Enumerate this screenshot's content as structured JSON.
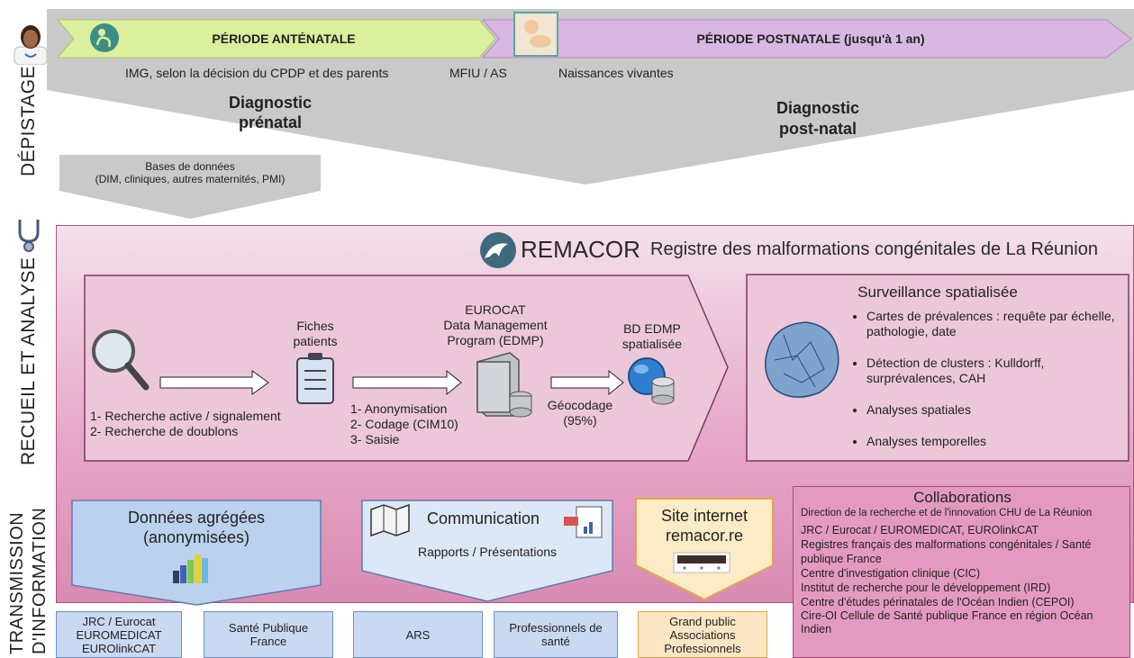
{
  "depistage": {
    "side_label": "DÉPISTAGE",
    "antenatal_header": "PÉRIODE ANTÉNATALE",
    "postnatal_header": "PÉRIODE POSTNATALE (jusqu'à 1 an)",
    "img_text": "IMG, selon la décision du CPDP et des parents",
    "mfiu_text": "MFIU / AS",
    "naissances_text": "Naissances vivantes",
    "diag_prenatal_1": "Diagnostic",
    "diag_prenatal_2": "prénatal",
    "diag_postnatal_1": "Diagnostic",
    "diag_postnatal_2": "post-natal",
    "bases_1": "Bases de données",
    "bases_2": "(DIM, cliniques, autres maternités, PMI)"
  },
  "recueil": {
    "side_label": "RECUEIL ET ANALYSE",
    "remacor_name": "REMACOR",
    "remacor_subtitle": "Registre des malformations congénitales de La Réunion",
    "step1_1": "1- Recherche active / signalement",
    "step1_2": "2- Recherche de doublons",
    "fiches_1": "Fiches",
    "fiches_2": "patients",
    "anon_1": "1- Anonymisation",
    "anon_2": "2- Codage (CIM10)",
    "anon_3": "3- Saisie",
    "eurocat_1": "EUROCAT",
    "eurocat_2": "Data Management",
    "eurocat_3": "Program (EDMP)",
    "geocodage_1": "Géocodage",
    "geocodage_2": "(95%)",
    "bd_1": "BD EDMP",
    "bd_2": "spatialisée",
    "surveillance_title": "Surveillance spatialisée",
    "surveillance_items": [
      "Cartes de prévalences : requête par échelle, pathologie, date",
      "Détection de clusters : Kulldorff, surprévalences, CAH",
      "Analyses spatiales",
      "Analyses temporelles"
    ]
  },
  "transmission": {
    "side_label_1": "TRANSMISSION",
    "side_label_2": "D'INFORMATION",
    "donnees_1": "Données agrégées",
    "donnees_2": "(anonymisées)",
    "communication_title": "Communication",
    "communication_sub": "Rapports / Présentations",
    "site_1": "Site internet",
    "site_2": "remacor.re",
    "collab_title": "Collaborations",
    "collab_items": [
      "Direction de la recherche et de l'innovation CHU de La Réunion",
      "JRC / Eurocat / EUROMEDICAT, EUROlinkCAT",
      "Registres français des malformations congénitales / Santé publique France",
      "Centre d'investigation clinique (CIC)",
      "Institut de recherche pour le développement (IRD)",
      "Centre d'études périnatales de l'Océan Indien (CEPOI)",
      "Cire-OI Cellule de Santé publique France en région Océan Indien"
    ],
    "bottom": {
      "jrc": [
        "JRC / Eurocat",
        "EUROMEDICAT",
        "EUROlinkCAT"
      ],
      "spf": [
        "Santé Publique",
        "France"
      ],
      "ars": [
        "ARS"
      ],
      "pro": [
        "Professionnels de",
        "santé"
      ],
      "gp": [
        "Grand public",
        "Associations",
        "Professionnels"
      ]
    }
  },
  "colors": {
    "antenatal_green": "#dbef9d",
    "postnatal_purple": "#d7b6e0",
    "grey_arrow": "#c8c8c8",
    "pink_panel": "#dc8fb5",
    "blue_box": "#bcd1ee",
    "orange_border": "#e7a646"
  }
}
